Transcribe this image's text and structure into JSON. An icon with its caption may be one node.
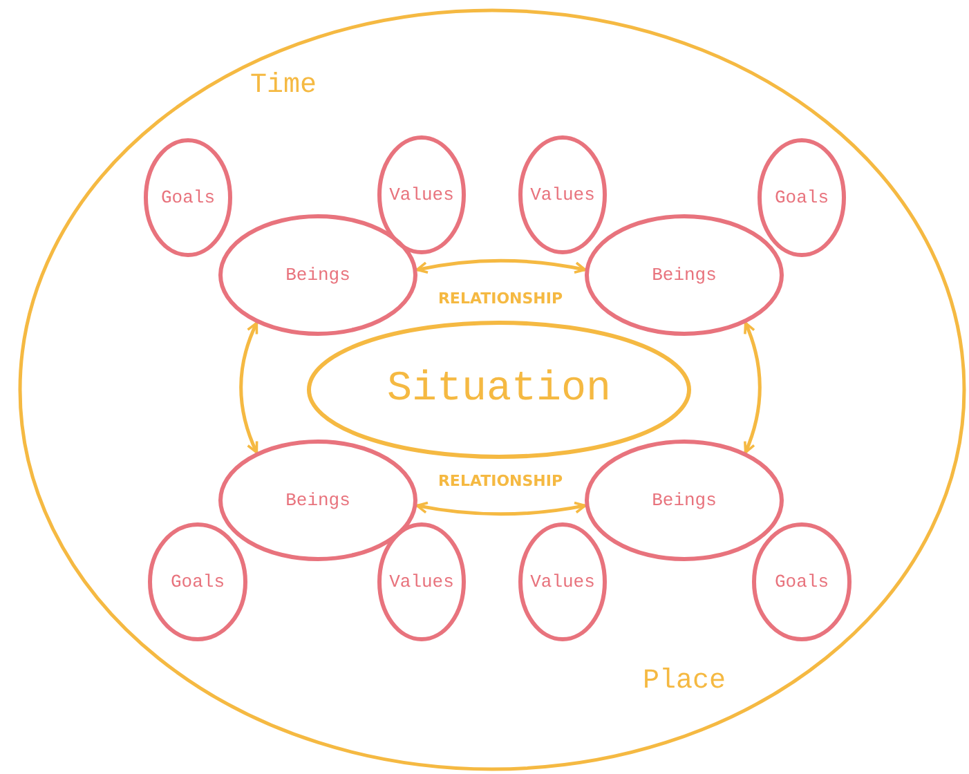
{
  "diagram": {
    "nodes": [
      {
        "text": [
          "Time",
          "Place"
        ]
      },
      {
        "text": [
          "Goals"
        ],
        "in": 0
      },
      {
        "text": [
          "Values"
        ],
        "in": 0
      },
      {
        "text": [
          "Beings"
        ],
        "in": 0
      },
      {
        "text": [
          "Values"
        ],
        "in": 0
      },
      {
        "text": [
          "Goals"
        ],
        "in": 0
      },
      {
        "text": [
          "Beings"
        ],
        "in": 0
      },
      {
        "text": [
          "Situation"
        ],
        "in": 0
      },
      {
        "text": [
          "Beings"
        ],
        "in": 0
      },
      {
        "text": [
          "Goals"
        ],
        "in": 0
      },
      {
        "text": [
          "Values"
        ],
        "in": 0
      },
      {
        "text": [
          "Beings"
        ],
        "in": 0
      },
      {
        "text": [
          "Values"
        ],
        "in": 0
      },
      {
        "text": [
          "Goals"
        ],
        "in": 0
      }
    ],
    "edges": [
      {
        "from": 3,
        "to": 6,
        "arrow": "both",
        "label": "RELATIONSHIP"
      },
      {
        "from": 3,
        "to": 8,
        "arrow": "both"
      },
      {
        "from": 6,
        "to": 11,
        "arrow": "both"
      },
      {
        "from": 8,
        "to": 11,
        "arrow": "both",
        "label": "RELATIONSHIP"
      }
    ]
  }
}
